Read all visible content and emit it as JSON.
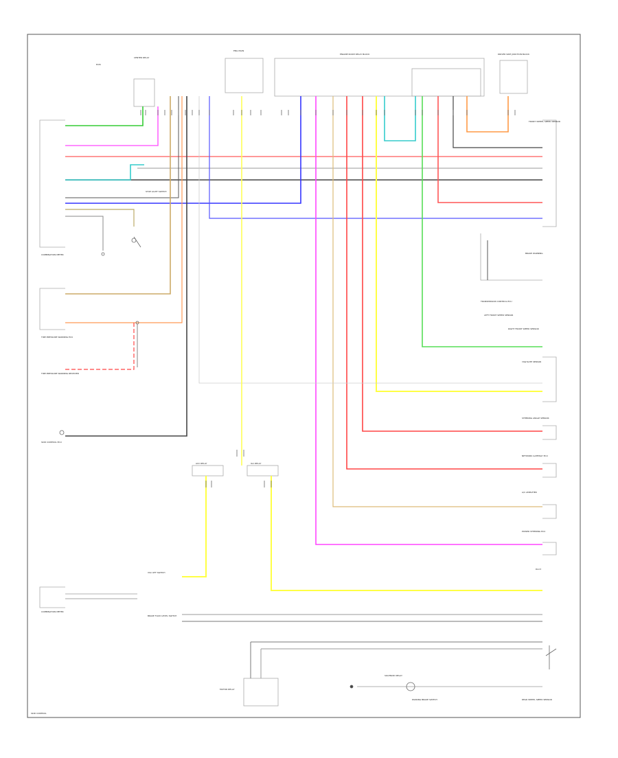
{
  "labels": {
    "comb_meter_left": "COMBINATION METER",
    "ecm": "ECM",
    "center_relay": "CENTER RELAY",
    "acc_relay": "ACC RELAY",
    "ig1_relay": "IG1 RELAY",
    "eng_main": "ENG MAIN",
    "engine_room_jb": "ENGINE ROOM RELAY BLOCK",
    "driver_side_jb": "DRIVER SIDE JUNCTION BLOCK",
    "front_wheel_speed": "FRONT WHEEL SPEED SENSOR",
    "stop_light_switch": "STOP LIGHT SWITCH",
    "tire_pressure": "TIRE PRESSURE WARNING ECU",
    "tpms_receiver": "TIRE PRESSURE WARNING RECEIVER",
    "skid_control": "SKID CONTROL ECU",
    "transmission_ecu": "TRANSMISSION CONTROL ECU",
    "brake_warning": "BRAKE WARNING",
    "yaw_rate": "YAW RATE SENSOR",
    "steering_angle": "STEERING ANGLE SENSOR",
    "rear_wheel_speed": "REAR WHEEL SPEED SENSOR",
    "dlc3": "DLC3",
    "combination_meter_right": "COMBINATION METER",
    "vsc_off": "VSC OFF SWITCH",
    "brake_fluid": "BRAKE FLUID LEVEL SWITCH",
    "parking_brake": "PARKING BRAKE SWITCH",
    "motor_relay": "MOTOR RELAY",
    "solenoid_relay": "SOLENOID RELAY",
    "left_front_speed": "LEFT FRONT SPEED SENSOR",
    "right_front_speed": "RIGHT FRONT SPEED SENSOR",
    "gateway_ecu": "NETWORK GATEWAY ECU",
    "ac_amplifier": "A/C AMPLIFIER",
    "power_steering": "POWER STEERING ECU",
    "page_ref": "SKID CONTROL"
  },
  "colors": {
    "green": "#33cc33",
    "pink": "#ff66ff",
    "red": "#ff5555",
    "black": "#333333",
    "cyan": "#33cccc",
    "blue": "#3333ff",
    "tan": "#ccaa66",
    "orange": "#ff9944",
    "yellow": "#ffff44",
    "gray": "#999999",
    "lightgray": "#cccccc"
  }
}
